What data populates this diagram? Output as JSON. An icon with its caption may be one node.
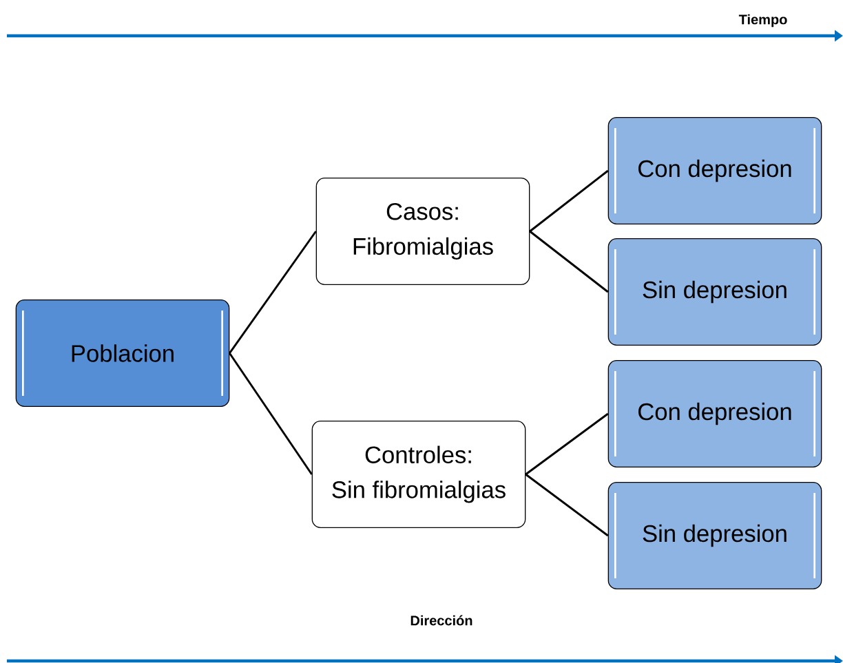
{
  "diagram": {
    "nodes": [
      {
        "text": [
          "Poblacion"
        ]
      },
      {
        "text": [
          "Casos:",
          "Fibromialgias"
        ]
      },
      {
        "text": [
          "Controles:",
          "Sin fibromialgias"
        ]
      },
      {
        "text": [
          "Con depresion"
        ]
      },
      {
        "text": [
          "Sin depresion"
        ]
      },
      {
        "text": [
          "Con depresion"
        ]
      },
      {
        "text": [
          "Sin depresion"
        ]
      }
    ],
    "edges": [
      {
        "from": 0,
        "to": 1,
        "arrow": "none"
      },
      {
        "from": 0,
        "to": 2,
        "arrow": "none"
      },
      {
        "from": 1,
        "to": 3,
        "arrow": "none"
      },
      {
        "from": 1,
        "to": 4,
        "arrow": "none"
      },
      {
        "from": 2,
        "to": 5,
        "arrow": "none"
      },
      {
        "from": 2,
        "to": 6,
        "arrow": "none"
      }
    ],
    "labels": [
      "Tiempo",
      "Dirección"
    ]
  }
}
